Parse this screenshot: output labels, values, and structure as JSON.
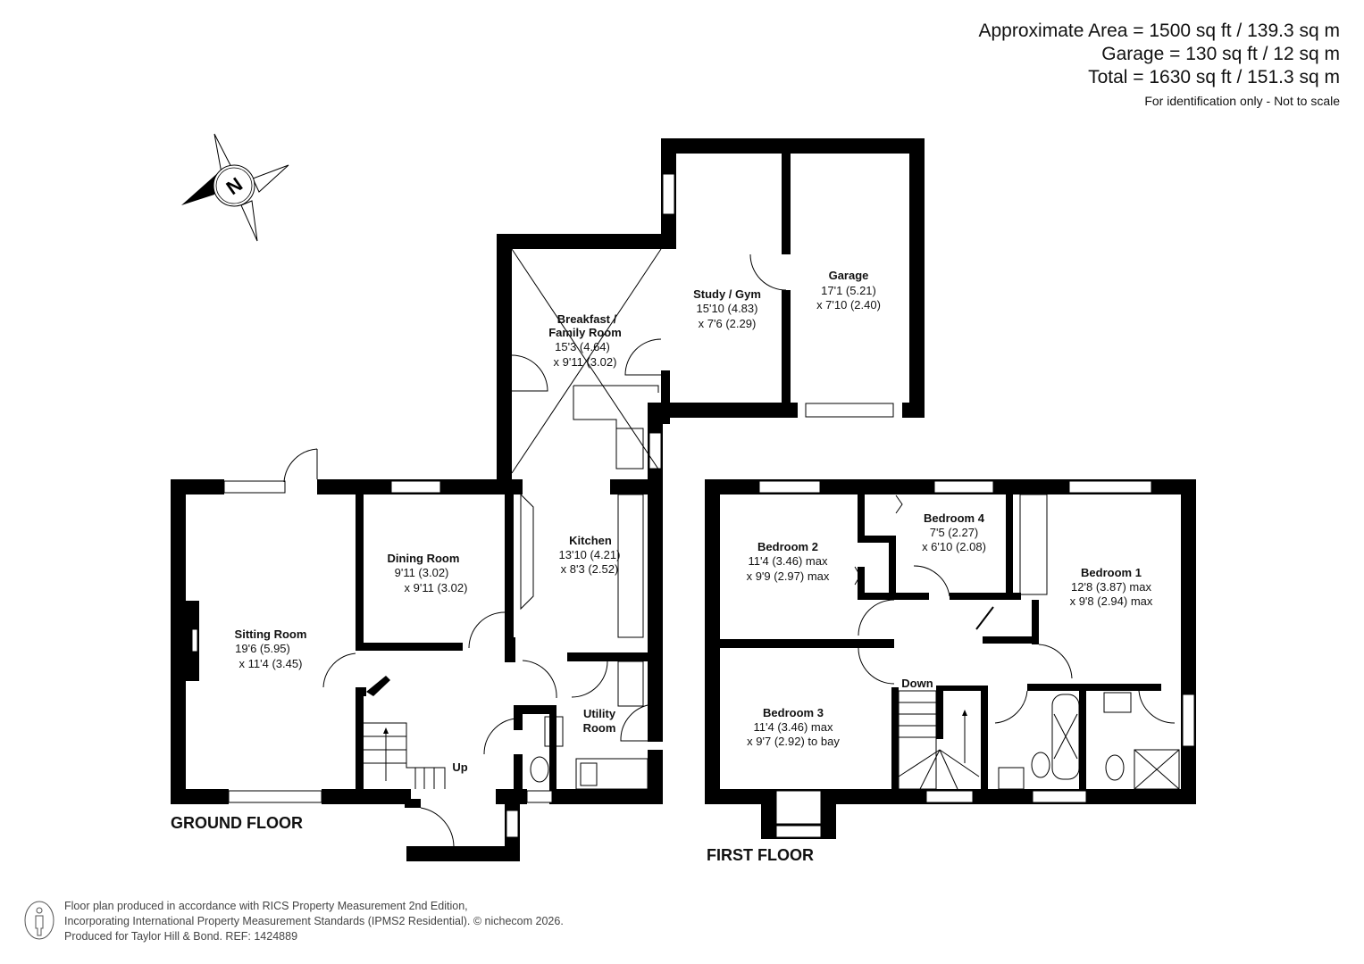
{
  "area_summary": {
    "approximate": "Approximate Area = 1500 sq ft / 139.3 sq m",
    "garage": "Garage = 130 sq ft / 12 sq m",
    "total": "Total = 1630 sq ft / 151.3 sq m",
    "disclaimer": "For identification only - Not to scale"
  },
  "compass": {
    "label": "N"
  },
  "ground_floor": {
    "title": "GROUND FLOOR",
    "rooms": [
      {
        "name": "Breakfast /",
        "name2": "Family Room",
        "dim1": "15'3 (4.64)",
        "dim2": "x 9'11 (3.02)"
      },
      {
        "name": "Study / Gym",
        "dim1": "15'10 (4.83)",
        "dim2": "x 7'6 (2.29)"
      },
      {
        "name": "Garage",
        "dim1": "17'1 (5.21)",
        "dim2": "x 7'10 (2.40)"
      },
      {
        "name": "Dining Room",
        "dim1": "9'11 (3.02)",
        "dim2": "x 9'11 (3.02)"
      },
      {
        "name": "Kitchen",
        "dim1": "13'10 (4.21)",
        "dim2": "x 8'3 (2.52)"
      },
      {
        "name": "Sitting Room",
        "dim1": "19'6 (5.95)",
        "dim2": "x 11'4 (3.45)"
      },
      {
        "name": "Utility",
        "name2": "Room"
      }
    ],
    "stairs_label": "Up"
  },
  "first_floor": {
    "title": "FIRST FLOOR",
    "rooms": [
      {
        "name": "Bedroom 4",
        "dim1": "7'5 (2.27)",
        "dim2": "x 6'10 (2.08)"
      },
      {
        "name": "Bedroom 2",
        "dim1": "11'4 (3.46) max",
        "dim2": "x 9'9 (2.97) max"
      },
      {
        "name": "Bedroom 1",
        "dim1": "12'8 (3.87) max",
        "dim2": "x 9'8 (2.94) max"
      },
      {
        "name": "Bedroom 3",
        "dim1": "11'4 (3.46) max",
        "dim2": "x 9'7 (2.92) to bay"
      }
    ],
    "stairs_label": "Down"
  },
  "footer": {
    "line1": "Floor plan produced in accordance with RICS Property Measurement 2nd Edition,",
    "line2": "Incorporating International Property Measurement Standards (IPMS2 Residential).   © nichecom 2026.",
    "line3": "Produced for Taylor Hill & Bond.   REF: 1424889"
  }
}
